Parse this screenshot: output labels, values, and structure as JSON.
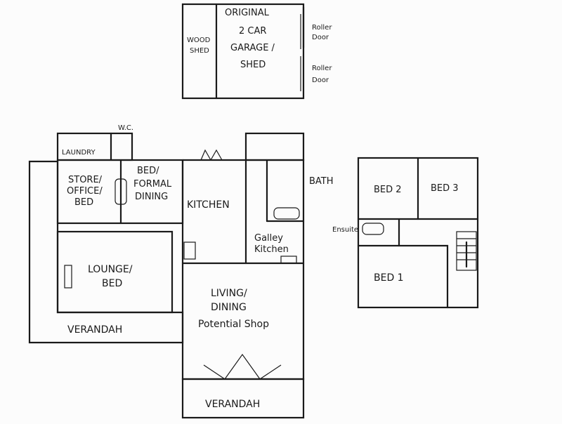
{
  "title": "Hand-drawn floor plan",
  "outbuilding": {
    "wood_shed": [
      "WOOD",
      "SHED"
    ],
    "garage": [
      "ORIGINAL",
      "2 CAR",
      "GARAGE /",
      "SHED"
    ],
    "roller_door_1": [
      "Roller",
      "Door"
    ],
    "roller_door_2": [
      "Roller",
      "Door"
    ]
  },
  "ground_floor": {
    "wc": "W.C.",
    "laundry": "LAUNDRY",
    "store": [
      "STORE/",
      "OFFICE/",
      "BED"
    ],
    "formal": [
      "BED/",
      "FORMAL",
      "DINING"
    ],
    "kitchen": "KITCHEN",
    "bath": "BATH",
    "galley": [
      "Galley",
      "Kitchen"
    ],
    "lounge": [
      "LOUNGE/",
      "BED"
    ],
    "living": [
      "LIVING/",
      "DINING",
      "Potential Shop"
    ],
    "verandah_side": "VERANDAH",
    "verandah_front": "VERANDAH"
  },
  "upper_floor": {
    "bed2": "BED 2",
    "bed3": "BED 3",
    "ensuite": "Ensuite",
    "bed1": "BED 1"
  }
}
